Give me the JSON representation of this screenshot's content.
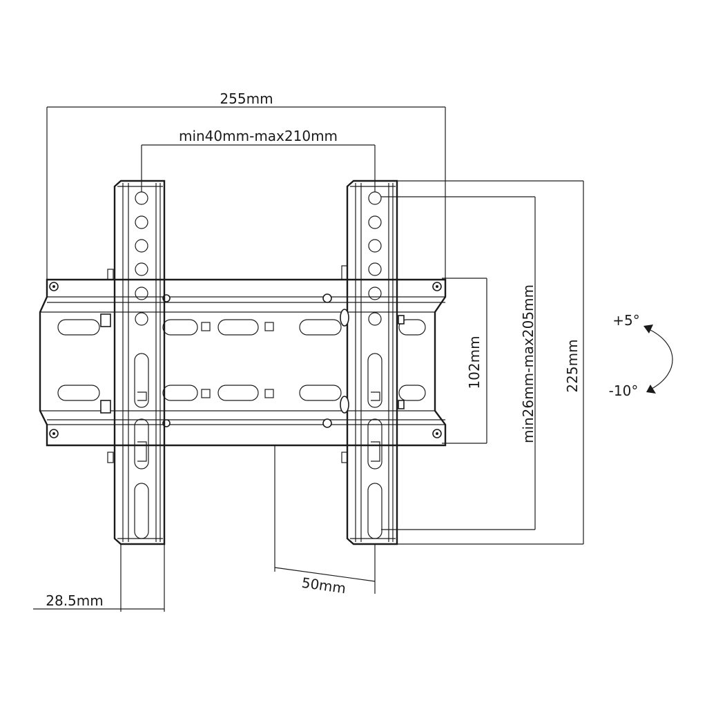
{
  "diagram": {
    "dimensions": {
      "overall_width": "255mm",
      "vesa_horizontal": "min40mm-max210mm",
      "rail_spacing": "102mm",
      "vesa_vertical": "min26mm-max205mm",
      "overall_height": "225mm",
      "depth": "28.5mm",
      "offset": "50mm"
    },
    "tilt": {
      "up": "+5°",
      "down": "-10°"
    }
  }
}
